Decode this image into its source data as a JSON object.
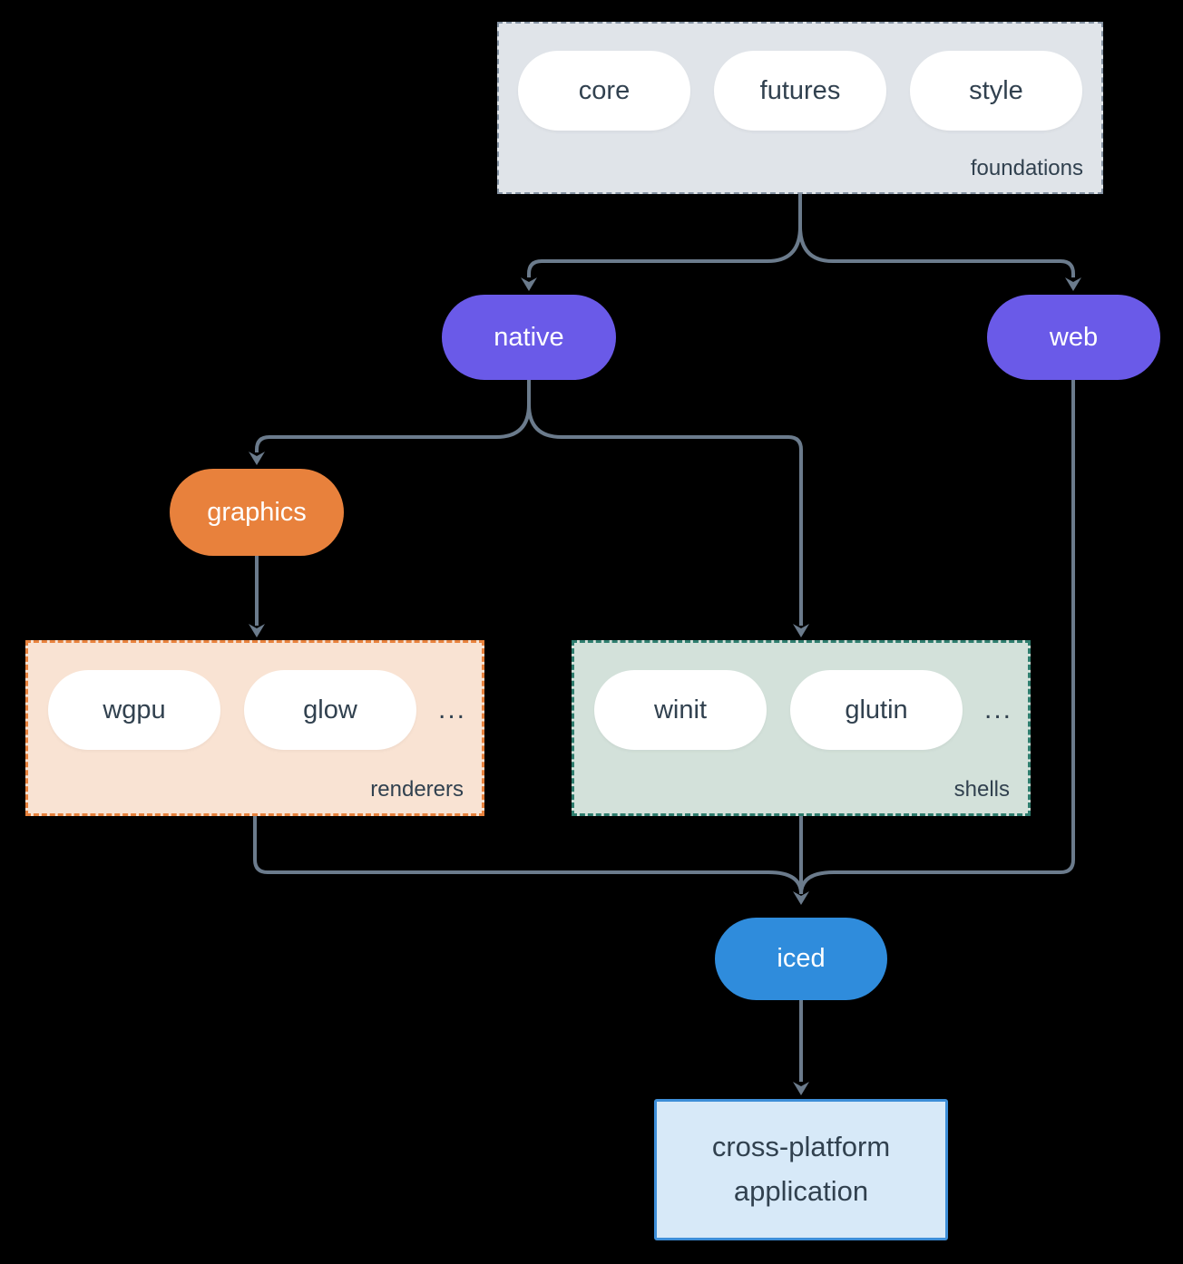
{
  "foundations": {
    "label": "foundations",
    "items": [
      "core",
      "futures",
      "style"
    ]
  },
  "native": {
    "label": "native"
  },
  "web": {
    "label": "web"
  },
  "graphics": {
    "label": "graphics"
  },
  "renderers": {
    "label": "renderers",
    "items": [
      "wgpu",
      "glow"
    ],
    "ellipsis": "..."
  },
  "shells": {
    "label": "shells",
    "items": [
      "winit",
      "glutin"
    ],
    "ellipsis": "..."
  },
  "iced": {
    "label": "iced"
  },
  "application": {
    "line1": "cross-platform",
    "line2": "application"
  },
  "colors": {
    "background": "#000000",
    "node_purple": "#6a5ae8",
    "node_orange": "#e8813c",
    "node_blue": "#2f8cdc",
    "pill_fill": "#ffffff",
    "foundations_fill": "#e0e4e9",
    "foundations_border": "#8593a3",
    "renderers_fill": "#f9e3d3",
    "renderers_border": "#e8823d",
    "shells_fill": "#d3e1da",
    "shells_border": "#2e7d6e",
    "application_fill": "#d7e9f8",
    "application_border": "#3d8ed8",
    "connector": "#6b7b8c",
    "text_dark": "#31414f"
  }
}
